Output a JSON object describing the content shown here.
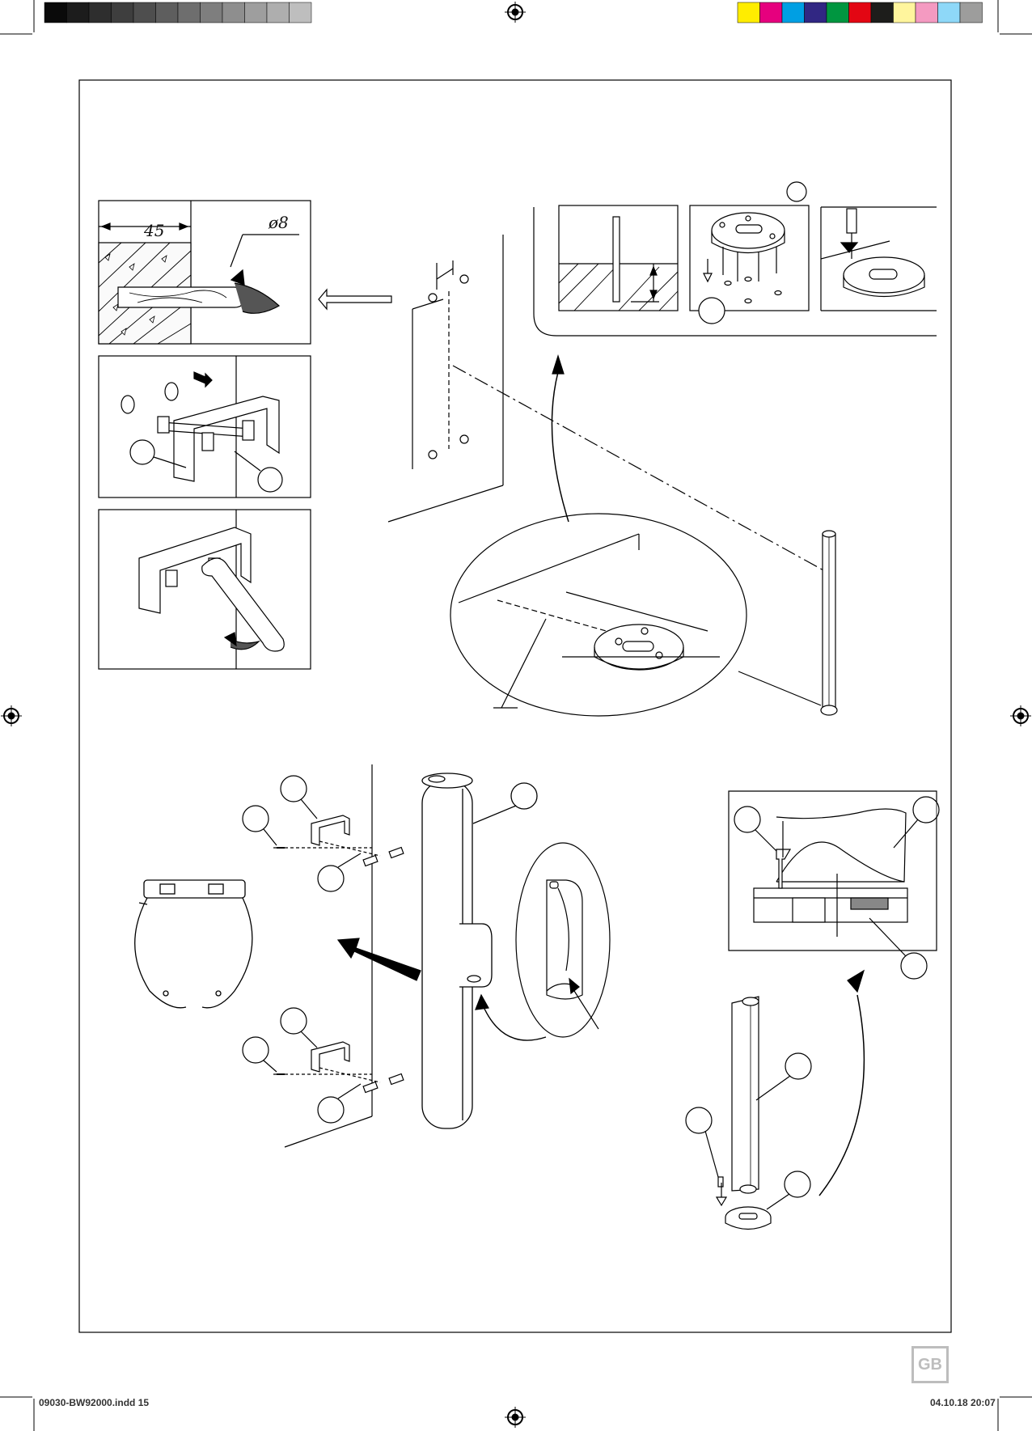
{
  "dimensions": {
    "drill_depth": "45",
    "drill_diameter": "ø8",
    "hole_depth": "45"
  },
  "language_badge": "GB",
  "footer": {
    "file": "09030-BW92000.indd   15",
    "datetime": "04.10.18   20:07"
  },
  "colors": {
    "grey_bar": [
      "#0a0a0a",
      "#1c1c1c",
      "#2e2e2e",
      "#3e3e3e",
      "#4e4e4e",
      "#5e5e5e",
      "#6e6e6e",
      "#7e7e7e",
      "#8e8e8e",
      "#9e9e9e",
      "#aeaeae",
      "#bebebe"
    ],
    "color_bar": [
      "#ffed00",
      "#e6007e",
      "#009fe3",
      "#312783",
      "#009640",
      "#e30613",
      "#1d1d1b",
      "#fff59d",
      "#f49ac1",
      "#8ed8f8",
      "#9d9d9c"
    ]
  }
}
